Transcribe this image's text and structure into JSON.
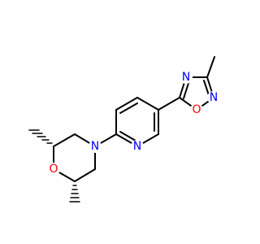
{
  "colors": {
    "bond": "#000000",
    "nitrogen": "#0000ff",
    "oxygen": "#ff0000",
    "background": "#ffffff"
  },
  "atoms": {
    "morpholine_n": "N",
    "morpholine_o": "O",
    "pyridine_n": "N",
    "oxadiazole_n_top": "N",
    "oxadiazole_n_right": "N",
    "oxadiazole_o": "O"
  }
}
